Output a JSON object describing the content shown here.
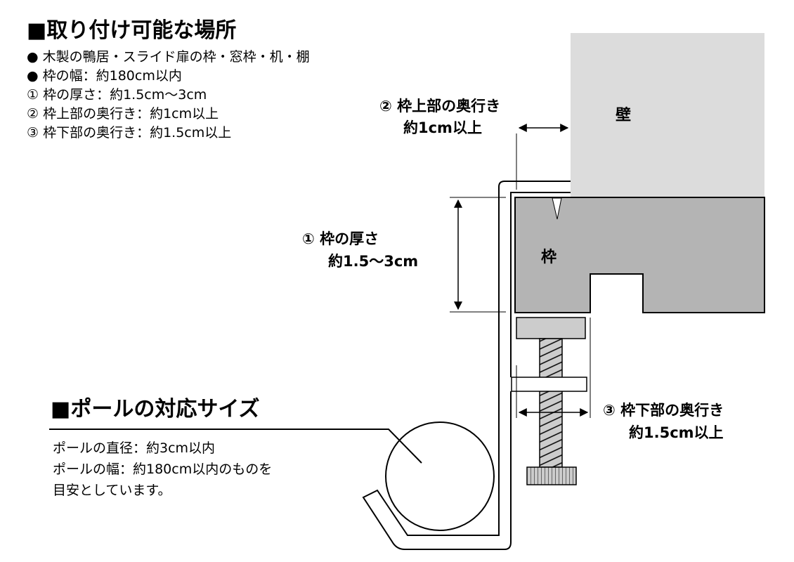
{
  "section1": {
    "title": "■取り付け可能な場所",
    "items": [
      "● 木製の鴨居・スライド扉の枠・窓枠・机・棚",
      "● 枠の幅：約180cm以内",
      "① 枠の厚さ：約1.5cm〜3cm",
      "② 枠上部の奥行き：約1cm以上",
      "③ 枠下部の奥行き：約1.5cm以上"
    ]
  },
  "section2": {
    "title": "■ポールの対応サイズ",
    "items": [
      "ポールの直径：約3cm以内",
      "ポールの幅：約180cm以内のものを",
      "目安としています。"
    ]
  },
  "diagram": {
    "wall_label": "壁",
    "frame_label": "枠",
    "dim1": [
      "① 枠の厚さ",
      "約1.5〜3cm"
    ],
    "dim2": [
      "② 枠上部の奥行き",
      "約1cm以上"
    ],
    "dim3": [
      "③ 枠下部の奥行き",
      "約1.5cm以上"
    ],
    "colors": {
      "wall": "#dcdcdc",
      "frame": "#b4b4b4",
      "pad": "#cccccc"
    }
  }
}
